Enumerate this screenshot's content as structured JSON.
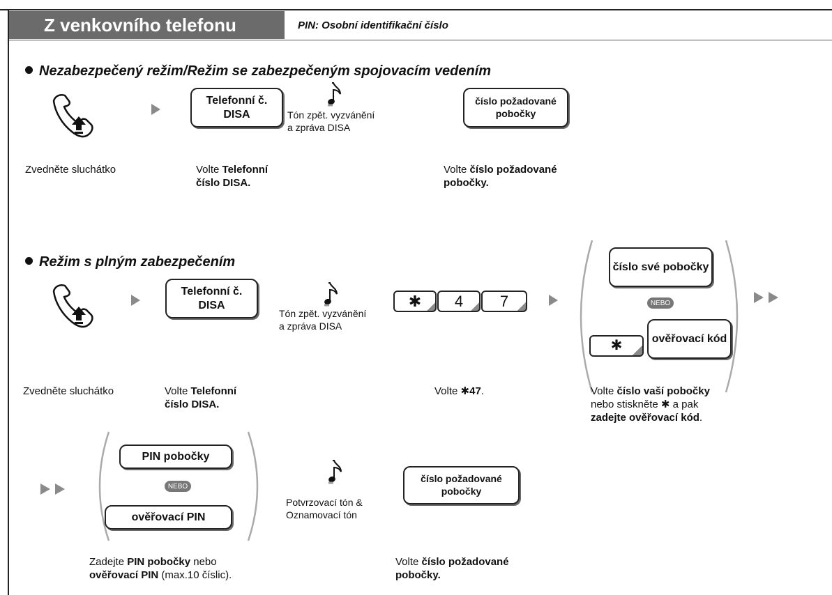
{
  "header": {
    "title": "Z venkovního telefonu",
    "pin_note": "PIN: Osobní identifikační číslo"
  },
  "section1": {
    "title": "Nezabezpečený režim/Režim se zabezpečeným spojovacím vedením",
    "key_disa": "Telefonní č. DISA",
    "tone_line1": "Tón zpět. vyzvánění",
    "tone_line2": "a zpráva DISA",
    "key_ext": "číslo požadované pobočky",
    "cap_lift": "Zvedněte sluchátko",
    "cap_disa_pre": "Volte ",
    "cap_disa_b1": "Telefonní",
    "cap_disa_b2": "číslo DISA.",
    "cap_ext_pre": "Volte ",
    "cap_ext_b1": "číslo požadované",
    "cap_ext_b2": "pobočky."
  },
  "section2": {
    "title": "Režim s plným zabezpečením",
    "key_disa": "Telefonní č. DISA",
    "tone_line1": "Tón zpět. vyzvánění",
    "tone_line2": "a zpráva DISA",
    "digits": [
      "✱",
      "4",
      "7"
    ],
    "key_own_ext": "číslo své pobočky",
    "or_label": "NEBO",
    "key_star": "✱",
    "key_verify": "ověřovací kód",
    "cap_lift": "Zvedněte sluchátko",
    "cap_disa_pre": "Volte ",
    "cap_disa_b1": "Telefonní",
    "cap_disa_b2": "číslo DISA.",
    "cap_dial_pre": "Volte ",
    "cap_dial_star": "✱",
    "cap_dial_b": "47",
    "cap_dial_post": ".",
    "cap_own_pre": "Volte ",
    "cap_own_b1": "číslo vaší pobočky",
    "cap_own_mid": "nebo stiskněte ",
    "cap_own_star": "✱",
    "cap_own_post": " a pak",
    "cap_own_b2": "zadejte ověřovací kód",
    "cap_own_end": "."
  },
  "section3": {
    "key_pin": "PIN pobočky",
    "or_label": "NEBO",
    "key_verify_pin": "ověřovací PIN",
    "tone_line1": "Potvrzovací tón &",
    "tone_line2": "Oznamovací tón",
    "key_ext": "číslo požadované pobočky",
    "cap_pin_pre": "Zadejte ",
    "cap_pin_b1": "PIN pobočky",
    "cap_pin_mid": " nebo",
    "cap_pin_b2": "ověřovací PIN",
    "cap_pin_post": " (max.10 číslic).",
    "cap_ext_pre": "Volte ",
    "cap_ext_b1": "číslo požadované",
    "cap_ext_b2": "pobočky."
  },
  "colors": {
    "header_bg": "#6b6b6b",
    "arrow": "#8a8a8a",
    "nebo_bg": "#777777"
  },
  "icons": {
    "handset": "handset-lift-icon",
    "tone": "musical-note-icon",
    "arrow": "next-step-arrow-icon",
    "double_arrow": "continue-double-arrow-icon"
  }
}
